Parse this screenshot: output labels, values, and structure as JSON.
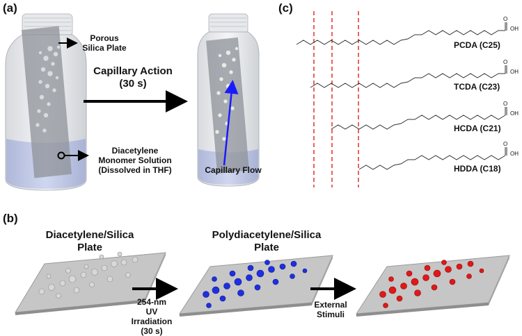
{
  "panels": {
    "a": "(a)",
    "b": "(b)",
    "c": "(c)"
  },
  "panel_a": {
    "porous_label_line1": "Porous",
    "porous_label_line2": "Silica Plate",
    "capillary_action_line1": "Capillary Action",
    "capillary_action_line2": "(30 s)",
    "solution_line1": "Diacetylene",
    "solution_line2": "Monomer Solution",
    "solution_line3": "(Dissolved in THF)",
    "capillary_flow": "Capillary Flow"
  },
  "panel_b": {
    "plate1_line1": "Diacetylene/Silica",
    "plate1_line2": "Plate",
    "plate2_line1": "Polydiacetylene/Silica",
    "plate2_line2": "Plate",
    "uv_line1": "254-nm",
    "uv_line2": "UV Irradiation",
    "uv_line3": "(30 s)",
    "stimuli_line1": "External",
    "stimuli_line2": "Stimuli"
  },
  "panel_c": {
    "molecules": [
      {
        "label": "PCDA (C25)"
      },
      {
        "label": "TCDA (C23)"
      },
      {
        "label": "HCDA (C21)"
      },
      {
        "label": "HDDA (C18)"
      }
    ],
    "oh_label": "OH",
    "o_label": "O"
  },
  "colors": {
    "blue_particles": "#1f2fe0",
    "red_particles": "#e01818",
    "plate": "#c8c8c8",
    "dashed_line": "#e02020"
  }
}
